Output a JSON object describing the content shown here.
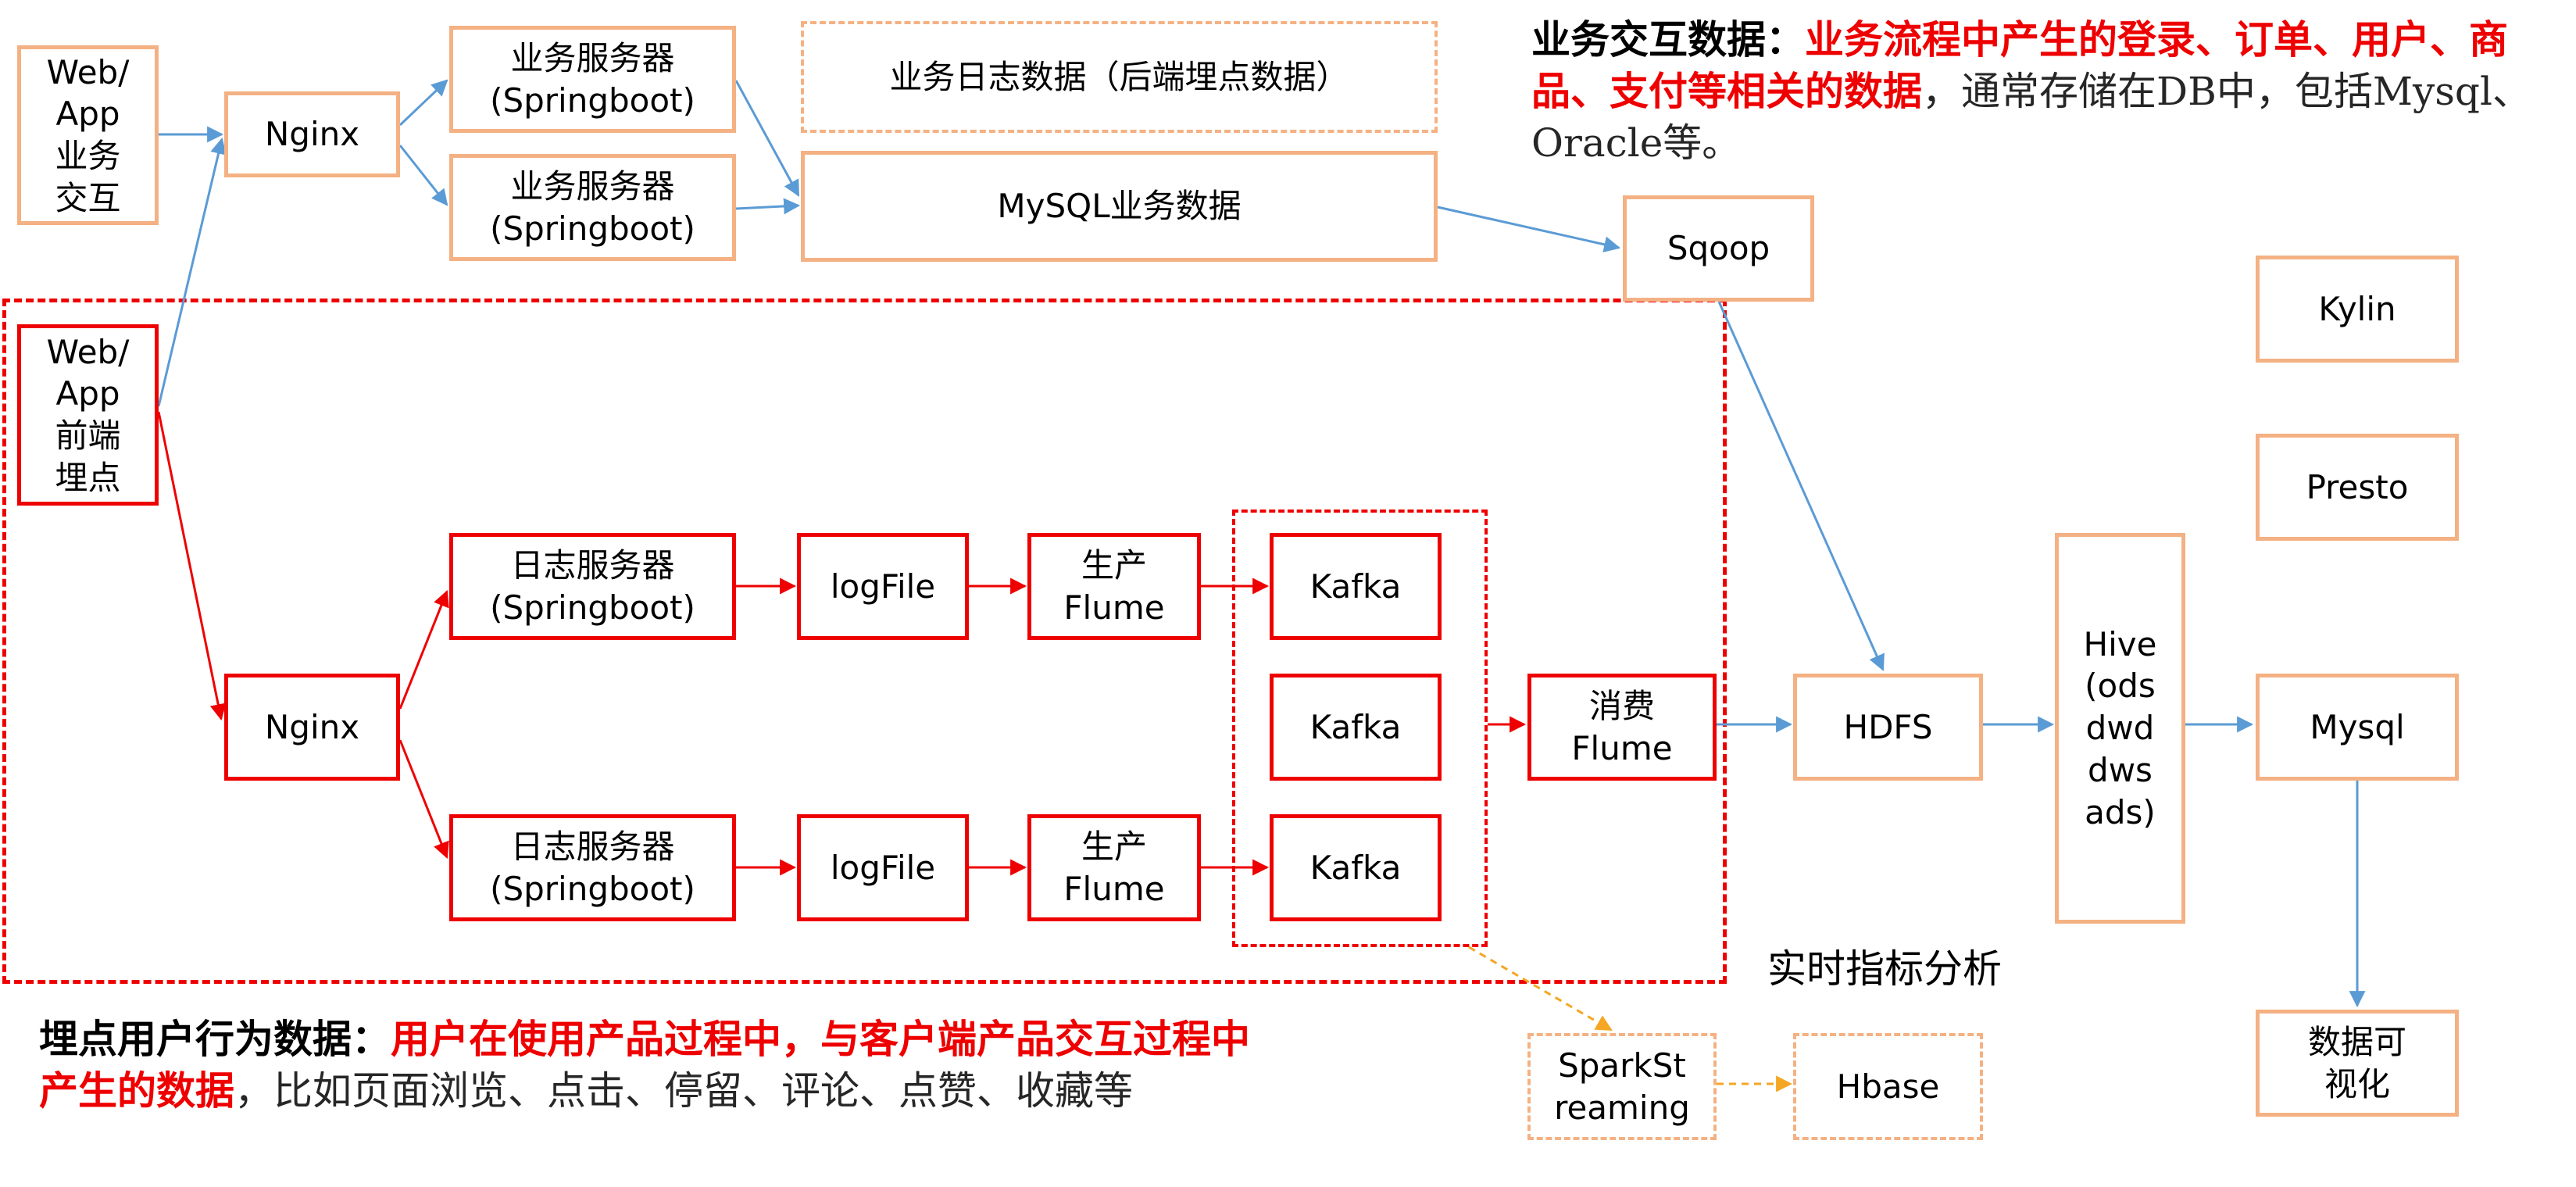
{
  "nodes": {
    "web_app_interact": "Web/\nApp\n业务\n交互",
    "nginx_top": "Nginx",
    "biz_server_1": "业务服务器\n(Springboot)",
    "biz_server_2": "业务服务器\n(Springboot)",
    "biz_log_data": "业务日志数据（后端埋点数据）",
    "mysql_biz": "MySQL业务数据",
    "sqoop": "Sqoop",
    "kylin": "Kylin",
    "presto": "Presto",
    "web_app_frontend": "Web/\nApp\n前端\n埋点",
    "nginx_bottom": "Nginx",
    "log_server_1": "日志服务器\n(Springboot)",
    "log_server_2": "日志服务器\n(Springboot)",
    "logfile_1": "logFile",
    "logfile_2": "logFile",
    "produce_flume_1": "生产\nFlume",
    "produce_flume_2": "生产\nFlume",
    "kafka_1": "Kafka",
    "kafka_2": "Kafka",
    "kafka_3": "Kafka",
    "consume_flume": "消费\nFlume",
    "hdfs": "HDFS",
    "hive": "Hive\n(ods\ndwd\ndws\nads)",
    "mysql_result": "Mysql",
    "data_viz": "数据可\n视化",
    "spark_streaming": "SparkSt\nreaming",
    "hbase": "Hbase"
  },
  "labels": {
    "realtime": "实时指标分析"
  },
  "notes": {
    "business": {
      "title": "业务交互数据：",
      "highlight": "业务流程中产生的登录、订单、用户、商品、支付等相关的数据",
      "rest": "，通常存储在DB中，包括Mysql、Oracle等。"
    },
    "tracking": {
      "title": "埋点用户行为数据：",
      "highlight": "用户在使用产品过程中，与客户端产品交互过程中产生的数据",
      "rest": "，比如页面浏览、点击、停留、评论、点赞、收藏等"
    }
  },
  "colors": {
    "orange_box": "#f4b183",
    "red": "#ee0000",
    "blue_arrow": "#5b9bd5",
    "orange_arrow": "#f5a623"
  }
}
